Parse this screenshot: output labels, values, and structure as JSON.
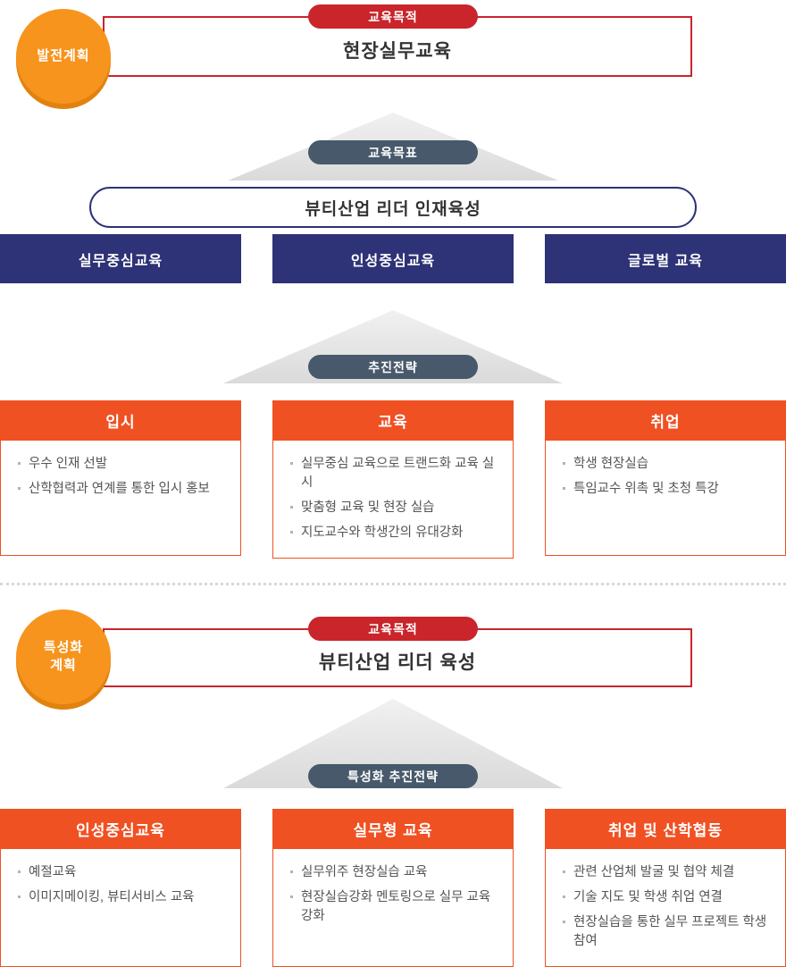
{
  "colors": {
    "red": "#c9252b",
    "orange_badge": "#f7941d",
    "orange_card": "#f05123",
    "navy": "#2e3276",
    "slate_pill": "#47596b",
    "arrow_gray": "#e3e3e3"
  },
  "plan1": {
    "badge": "발전계획",
    "purpose_label": "교육목적",
    "purpose_title": "현장실무교육",
    "goal_label": "교육목표",
    "vision": "뷰티산업 리더 인재육성",
    "bars": [
      "실무중심교육",
      "인성중심교육",
      "글로벌 교육"
    ],
    "strategy_label": "추진전략",
    "cards": [
      {
        "title": "입시",
        "items": [
          "우수 인재 선발",
          "산학협력과 연계를 통한 입시 홍보"
        ]
      },
      {
        "title": "교육",
        "items": [
          "실무중심 교육으로 트랜드화 교육 실시",
          "맞춤형 교육 및 현장 실습",
          "지도교수와 학생간의 유대강화"
        ]
      },
      {
        "title": "취업",
        "items": [
          "학생 현장실습",
          "특임교수 위촉 및 초청 특강"
        ]
      }
    ]
  },
  "plan2": {
    "badge": "특성화\n계획",
    "purpose_label": "교육목적",
    "purpose_title": "뷰티산업 리더 육성",
    "strategy_label": "특성화 추진전략",
    "cards": [
      {
        "title": "인성중심교육",
        "items": [
          "예절교육",
          "이미지메이킹, 뷰티서비스 교육"
        ]
      },
      {
        "title": "실무형 교육",
        "items": [
          "실무위주 현장실습 교육",
          "현장실습강화 멘토링으로 실무 교육 강화"
        ]
      },
      {
        "title": "취업 및 산학협동",
        "items": [
          "관련 산업체 발굴 및 협약 체결",
          "기술 지도 및 학생 취업 연결",
          "현장실습을 통한 실무 프로젝트 학생 참여"
        ]
      }
    ]
  }
}
